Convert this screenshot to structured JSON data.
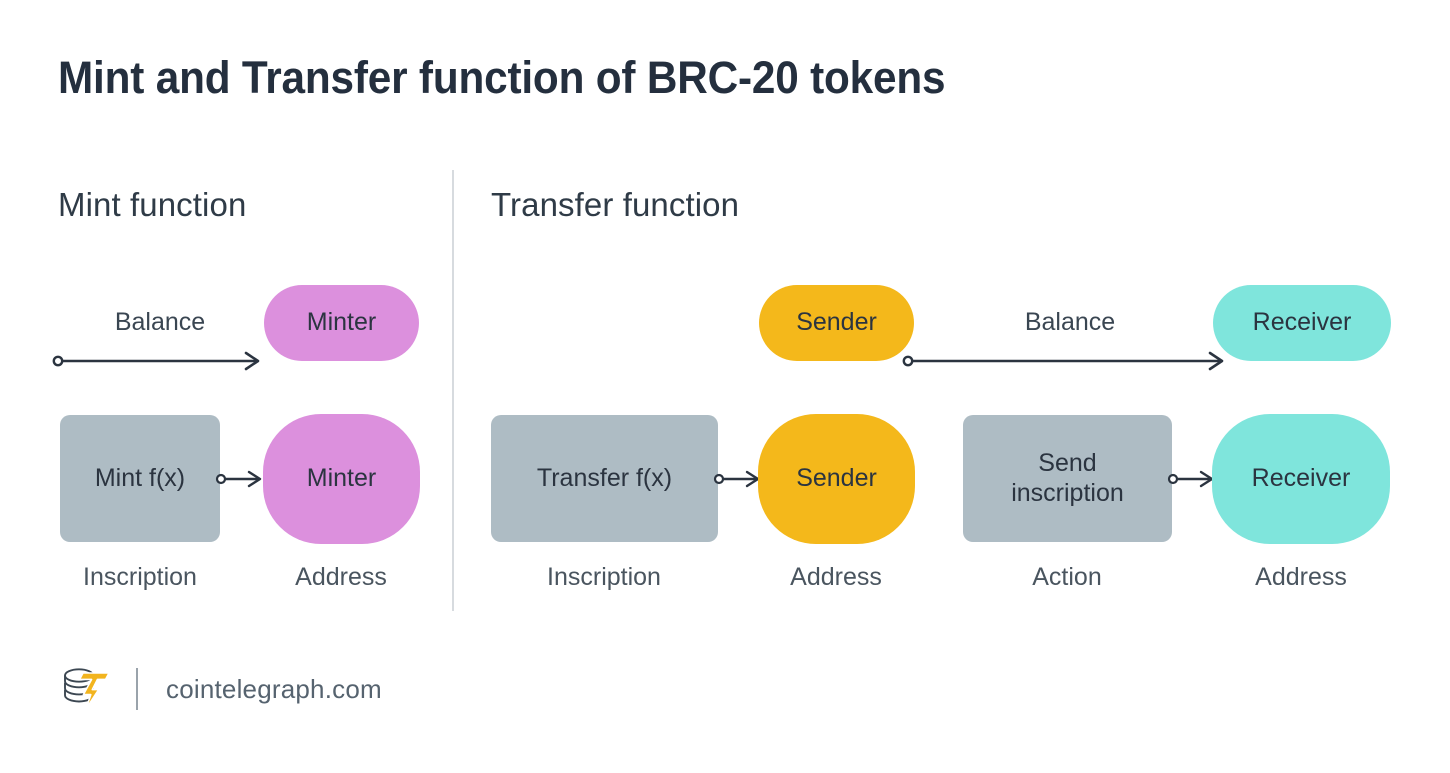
{
  "title": "Mint and Transfer function of BRC-20 tokens",
  "palette": {
    "purple": "#dc90dd",
    "orange": "#f4b81b",
    "teal": "#7fe5dc",
    "gray": "#aebcc4",
    "ink": "#2b3440",
    "title": "#242f3e",
    "divider": "#d7dbdf",
    "logo_gold": "#f2b41e"
  },
  "sections": {
    "mint": {
      "heading": "Mint function",
      "balance_label": "Balance",
      "nodes": {
        "minter_top": "Minter",
        "mint_fx": "Mint f(x)",
        "minter": "Minter"
      },
      "captions": {
        "inscription": "Inscription",
        "address": "Address"
      }
    },
    "transfer": {
      "heading": "Transfer function",
      "balance_label": "Balance",
      "nodes": {
        "sender_top": "Sender",
        "receiver_top": "Receiver",
        "transfer_fx": "Transfer f(x)",
        "sender": "Sender",
        "send_inscription_line1": "Send",
        "send_inscription_line2": "inscription",
        "receiver": "Receiver"
      },
      "captions": {
        "inscription": "Inscription",
        "address": "Address",
        "action": "Action",
        "receiver_address": "Address"
      }
    }
  },
  "footer": {
    "site": "cointelegraph.com",
    "logo_name": "cointelegraph-logo"
  }
}
